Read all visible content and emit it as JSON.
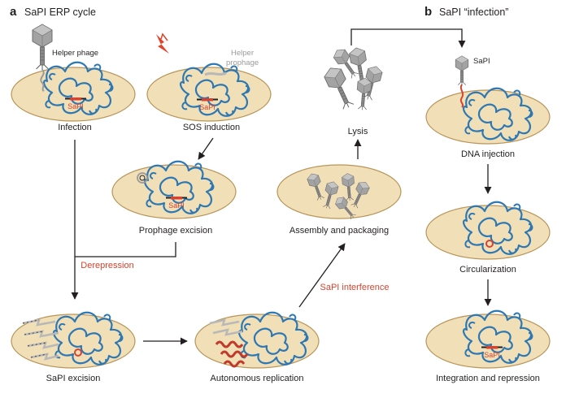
{
  "panel_a": {
    "letter": "a",
    "title": "SaPI ERP cycle"
  },
  "panel_b": {
    "letter": "b",
    "title": "SaPI “infection”"
  },
  "labels": {
    "helper_phage": "Helper phage",
    "helper_prophage_1": "Helper",
    "helper_prophage_2": "prophage",
    "sapi": "SaPI",
    "infection": "Infection",
    "sos_induction": "SOS induction",
    "prophage_excision": "Prophage excision",
    "derepression": "Derepression",
    "sapi_excision": "SaPI excision",
    "autonomous_replication": "Autonomous replication",
    "sapi_interference": "SaPI interference",
    "assembly_packaging": "Assembly and packaging",
    "lysis": "Lysis",
    "dna_injection": "DNA injection",
    "circularization": "Circularization",
    "integration_repression": "Integration and repression"
  },
  "colors": {
    "cell_fill": "#f1dfb8",
    "cell_stroke": "#b8955a",
    "chromosome": "#2d78b3",
    "sapi_element": "#d8432f",
    "phage_gray": "#8c8c8c",
    "arrow": "#231f20",
    "lightning": "#e0442c"
  }
}
